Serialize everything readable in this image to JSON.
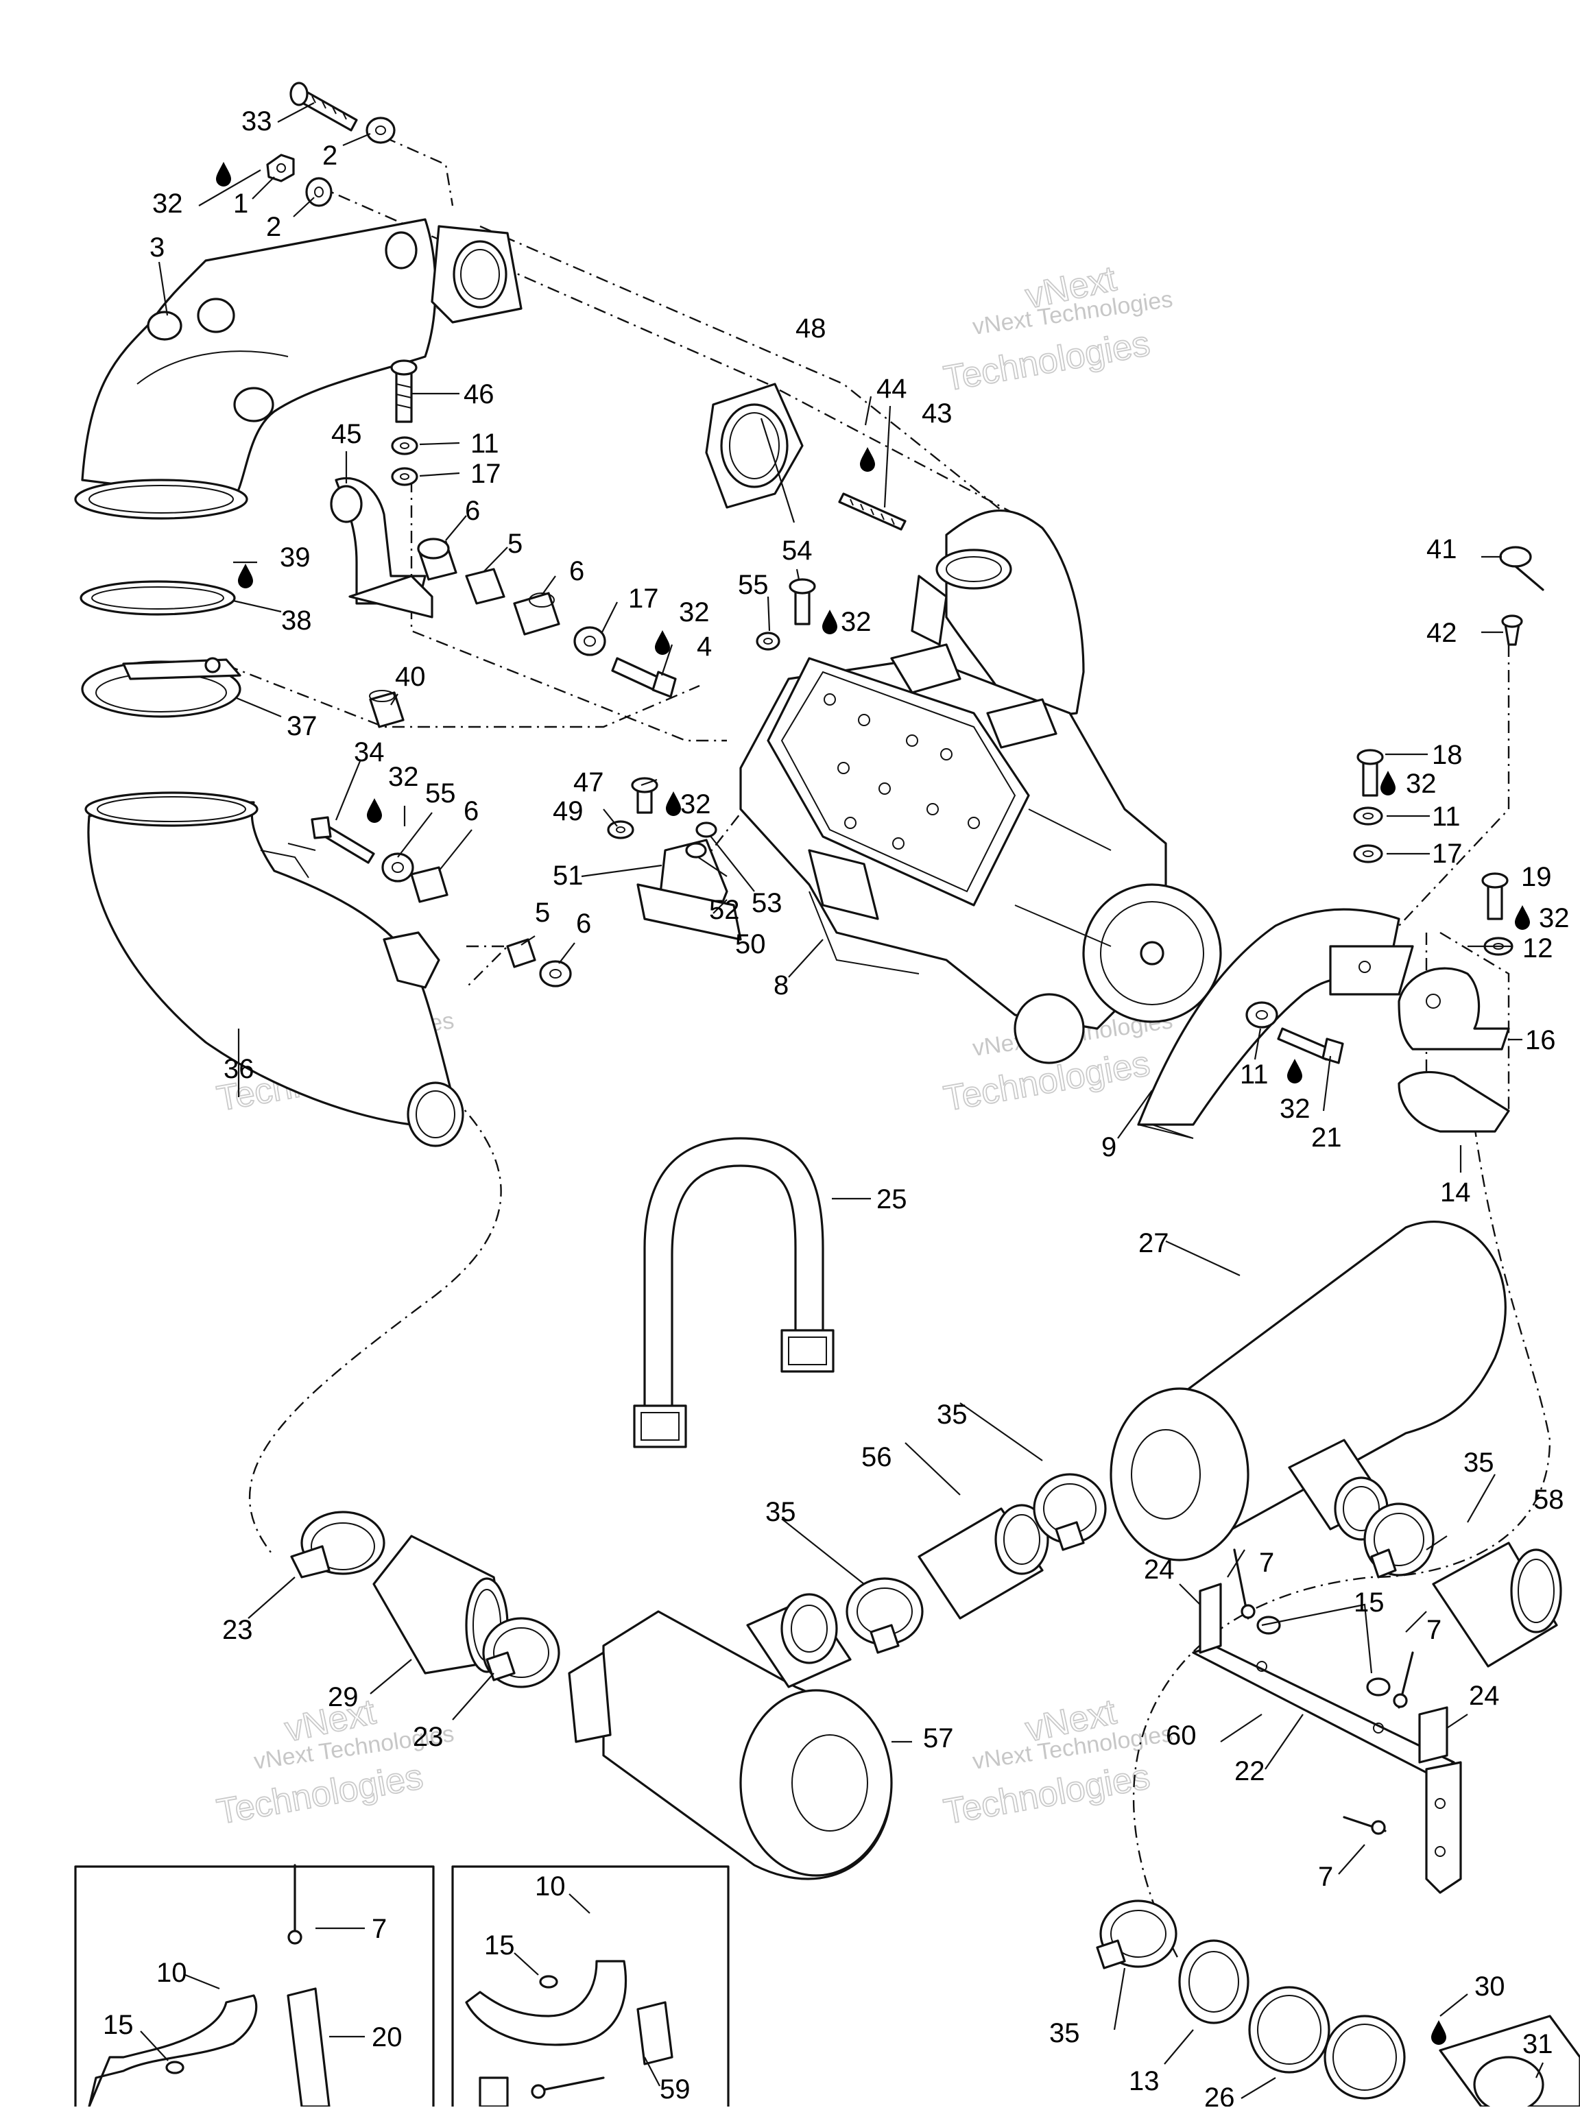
{
  "watermark": {
    "line1": "vNext",
    "line2": "vNext Technologies",
    "line3": "Technologies"
  },
  "callouts": {
    "c1": "1",
    "c2": "2",
    "c3": "3",
    "c4": "4",
    "c5": "5",
    "c6": "6",
    "c7": "7",
    "c8": "8",
    "c9": "9",
    "c10": "10",
    "c11": "11",
    "c12": "12",
    "c13": "13",
    "c14": "14",
    "c15": "15",
    "c16": "16",
    "c17": "17",
    "c18": "18",
    "c19": "19",
    "c20": "20",
    "c21": "21",
    "c22": "22",
    "c23": "23",
    "c24": "24",
    "c25": "25",
    "c26": "26",
    "c27": "27",
    "c29": "29",
    "c30": "30",
    "c31": "31",
    "c32": "32",
    "c33": "33",
    "c34": "34",
    "c35": "35",
    "c36": "36",
    "c37": "37",
    "c38": "38",
    "c39": "39",
    "c40": "40",
    "c41": "41",
    "c42": "42",
    "c43": "43",
    "c44": "44",
    "c45": "45",
    "c46": "46",
    "c47": "47",
    "c48": "48",
    "c49": "49",
    "c50": "50",
    "c51": "51",
    "c52": "52",
    "c53": "53",
    "c54": "54",
    "c55": "55",
    "c56": "56",
    "c57": "57",
    "c58": "58",
    "c59": "59",
    "c60": "60"
  },
  "icons": {
    "lubricant": "oil-drop-icon"
  }
}
